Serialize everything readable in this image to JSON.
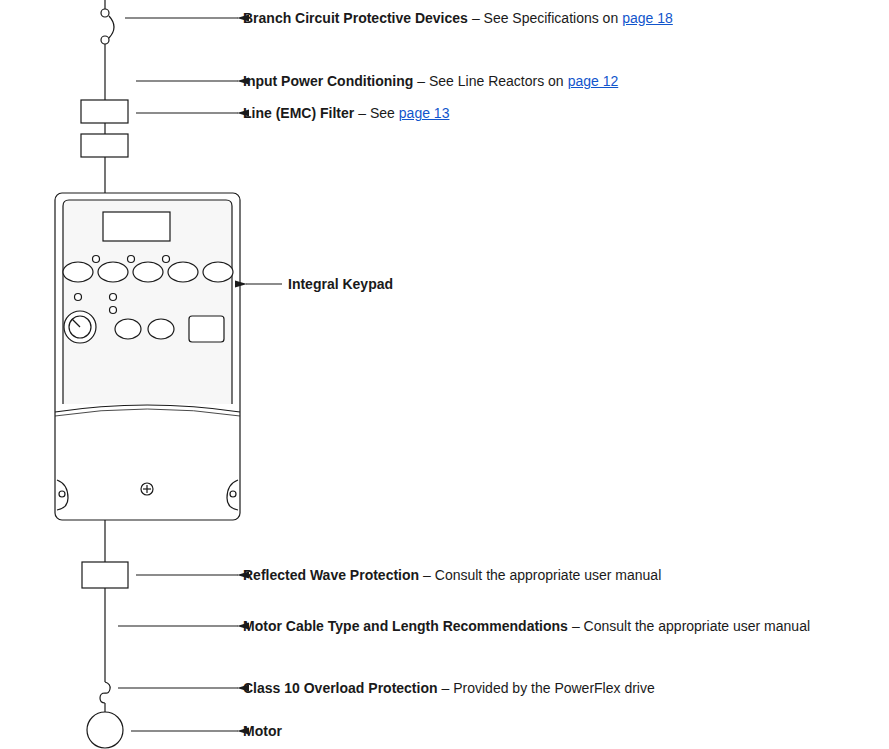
{
  "diagram": {
    "labels": [
      "Branch Circuit Protective Devices",
      "– See Specifications on",
      "page 18",
      "Input Power Conditioning",
      "– See Line Reactors on",
      "page 12",
      "Line (EMC) Filter",
      "– See",
      "page 13",
      "Integral Keypad",
      "Reflected Wave Protection",
      "– Consult the appropriate user manual",
      "Motor Cable Type and Length Recommendations",
      "– Consult the appropriate user manual",
      "Class 10 Overload Protection",
      "– Provided by the PowerFlex drive",
      "Motor"
    ]
  }
}
